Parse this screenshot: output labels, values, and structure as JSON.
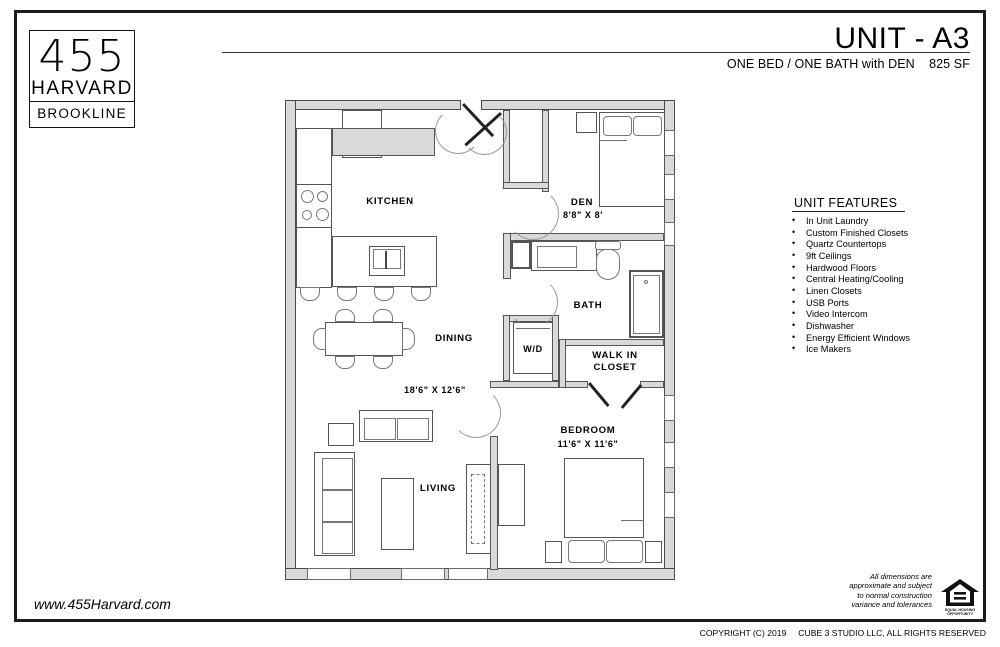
{
  "logo": {
    "number": "455",
    "street": "HARVARD",
    "town": "BROOKLINE"
  },
  "header": {
    "unit_title": "UNIT - A3",
    "unit_subtitle": "ONE BED / ONE BATH with DEN    825 SF",
    "bed_bath": "ONE BED / ONE BATH with DEN",
    "area": "825 SF"
  },
  "features": {
    "title": "UNIT FEATURES",
    "items": [
      "In Unit Laundry",
      "Custom Finished Closets",
      "Quartz Countertops",
      "9ft Ceilings",
      "Hardwood Floors",
      "Central Heating/Cooling",
      "Linen Closets",
      "USB Ports",
      "Video Intercom",
      "Dishwasher",
      "Energy Efficient Windows",
      "Ice Makers"
    ]
  },
  "floorplan": {
    "rooms": [
      {
        "name": "KITCHEN",
        "dimensions": ""
      },
      {
        "name": "DEN",
        "dimensions": "8'8\" X 8'"
      },
      {
        "name": "BATH",
        "dimensions": ""
      },
      {
        "name": "DINING",
        "dimensions": "18'6\" X 12'6\""
      },
      {
        "name": "W/D",
        "dimensions": ""
      },
      {
        "name": "WALK IN",
        "dimensions": ""
      },
      {
        "name": "CLOSET",
        "dimensions": ""
      },
      {
        "name": "BEDROOM",
        "dimensions": "11'6\" X 11'6\""
      },
      {
        "name": "LIVING",
        "dimensions": ""
      }
    ],
    "labels": {
      "kitchen": "KITCHEN",
      "den": "DEN",
      "den_dim": "8'8\" X 8'",
      "bath": "BATH",
      "dining": "DINING",
      "dining_dim": "18'6\" X 12'6\"",
      "wd": "W/D",
      "walkin_line1": "WALK IN",
      "walkin_line2": "CLOSET",
      "bedroom": "BEDROOM",
      "bedroom_dim": "11'6\" X 11'6\"",
      "living": "LIVING"
    }
  },
  "footer": {
    "website": "www.455Harvard.com",
    "disclaimer": "All dimensions are approximate and subject to normal construction variance and tolerances",
    "disclaimer_lines": [
      "All dimensions are",
      "approximate and subject",
      "to normal construction",
      "variance and tolerances"
    ],
    "eho_line1": "EQUAL HOUSING",
    "eho_line2": "OPPORTUNITY",
    "copyright": "COPYRIGHT (C) 2019     CUBE 3 STUDIO LLC, ALL RIGHTS RESERVED"
  },
  "colors": {
    "ink": "#111111",
    "wall_fill": "#d9d9d9",
    "wall_line": "#4a4a4a",
    "paper": "#ffffff"
  }
}
